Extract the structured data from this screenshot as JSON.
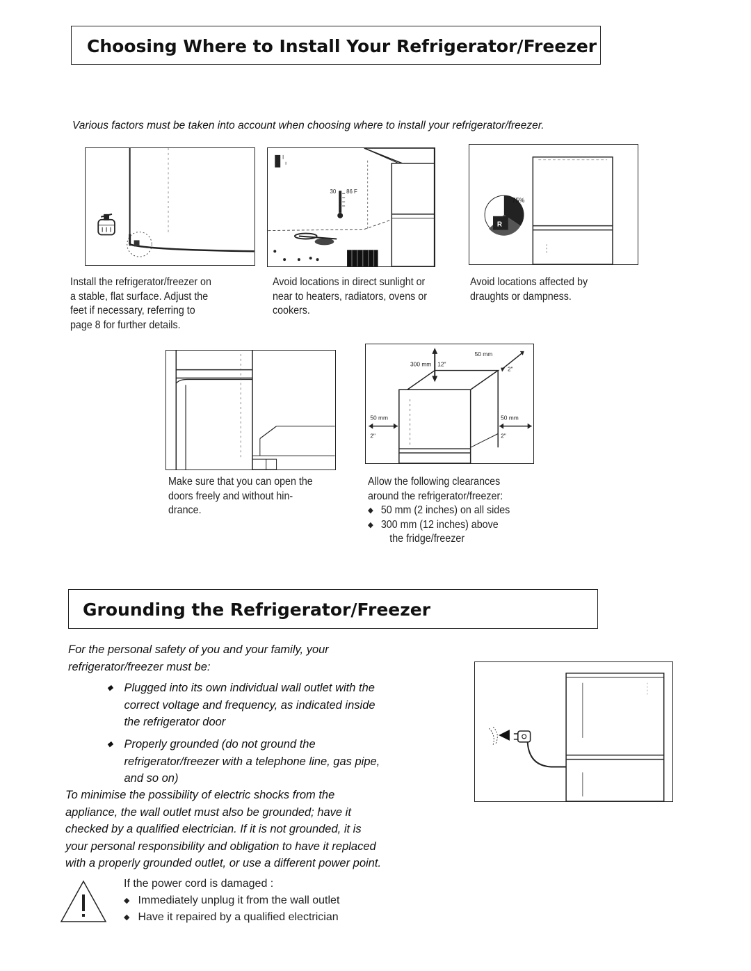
{
  "section1": {
    "title": "Choosing Where to Install Your Refrigerator/Freezer",
    "intro": "Various factors must be taken into account when choosing where to install your refrigerator/freezer.",
    "fig_flat": {
      "caption_lines": [
        "Install the refrigerator/freezer on",
        "a stable, flat surface. Adjust the",
        "feet if necessary, referring to",
        "page 8 for further details."
      ]
    },
    "fig_sun": {
      "thermo_low": "30",
      "thermo_high": "86 F",
      "caption_lines": [
        "Avoid locations in direct sunlight or",
        "near to heaters, radiators, ovens or",
        "cookers."
      ]
    },
    "fig_damp": {
      "humidity": "75%",
      "caption_lines": [
        "Avoid locations affected by",
        "draughts or dampness."
      ]
    },
    "fig_doors": {
      "caption_lines": [
        "Make sure that you can open the",
        "doors freely and without hin-",
        "drance."
      ]
    },
    "fig_clear": {
      "top_mm": "300 mm",
      "top_in": "12\"",
      "corner_mm": "50 mm",
      "corner_in": "2\"",
      "left_mm": "50 mm",
      "left_in": "2\"",
      "right_mm": "50 mm",
      "right_in": "2\"",
      "caption_lines": [
        "Allow the following clearances",
        "around the refrigerator/freezer:"
      ],
      "bullets": [
        "50 mm (2 inches) on all sides",
        "300 mm (12 inches) above"
      ],
      "bullet_tail": "the fridge/freezer"
    }
  },
  "section2": {
    "title": "Grounding the Refrigerator/Freezer",
    "intro_lines": [
      "For the personal safety of you and your family, your",
      "refrigerator/freezer must be:"
    ],
    "bullet1_lines": [
      "Plugged into its own individual wall outlet with the",
      "correct voltage and frequency, as indicated inside",
      "the refrigerator door"
    ],
    "bullet2_lines": [
      "Properly grounded (do not ground the",
      "refrigerator/freezer with a telephone line, gas pipe,",
      "and so on)"
    ],
    "body_lines": [
      "To minimise the possibility of electric shocks from the",
      "appliance, the wall outlet must also be grounded; have it",
      "checked by a qualified electrician. If it is not grounded, it is",
      "your personal responsibility and obligation to have it replaced",
      "with a properly grounded outlet, or use a different power point."
    ],
    "warning": {
      "lead": "If the power cord is damaged :",
      "bullets": [
        "Immediately unplug it from the wall outlet",
        "Have it repaired by a qualified electrician"
      ]
    }
  }
}
